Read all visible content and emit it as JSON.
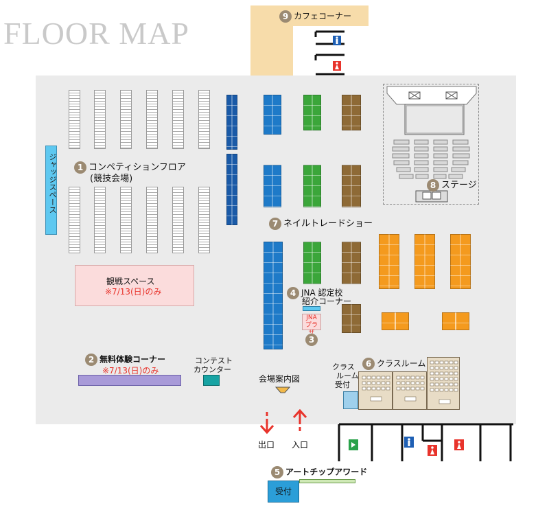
{
  "title": "FLOOR MAP",
  "areas": {
    "competition": {
      "num": "1",
      "label_line1": "コンペティションフロア",
      "label_line2": "(競技会場)"
    },
    "free_trial": {
      "num": "2",
      "label": "無料体験コーナー",
      "note": "※7/13(日)のみ"
    },
    "jna_plaza": {
      "num": "3",
      "label": "JNA\nプラザ"
    },
    "jna_school": {
      "num": "4",
      "label_line1": "JNA 認定校",
      "label_line2": "紹介コーナー"
    },
    "art_tip": {
      "num": "5",
      "label": "アートチップアワード"
    },
    "classroom": {
      "num": "6",
      "label": "クラスルーム"
    },
    "nail_show": {
      "num": "7",
      "label": "ネイルトレードショー"
    },
    "stage": {
      "num": "8",
      "label": "ステージ"
    },
    "cafe": {
      "num": "9",
      "label": "カフェコーナー"
    }
  },
  "other_labels": {
    "judge_space": "ジャッジスペース",
    "watch_space": "観戦スペース",
    "watch_note": "※7/13(日)のみ",
    "contest_counter_1": "コンテスト",
    "contest_counter_2": "カウンター",
    "venue_info": "会場案内図",
    "class_reception_1": "クラス",
    "class_reception_2": "ルーム",
    "class_reception_3": "受付",
    "exit": "出口",
    "entrance": "入口",
    "reception": "受付"
  },
  "colors": {
    "floor": "#ebebeb",
    "cafe": "#f7dcaa",
    "number_badge": "#9b8a72",
    "note_red": "#e8342c",
    "booth_blue": "#1e7ac8",
    "booth_green": "#3ba63a",
    "booth_brown": "#8e6a36",
    "booth_orange": "#f49a1e"
  },
  "icons": [
    "restroom-male-icon",
    "restroom-female-icon",
    "emergency-exit-icon",
    "exit-arrow-icon",
    "entrance-arrow-icon"
  ]
}
